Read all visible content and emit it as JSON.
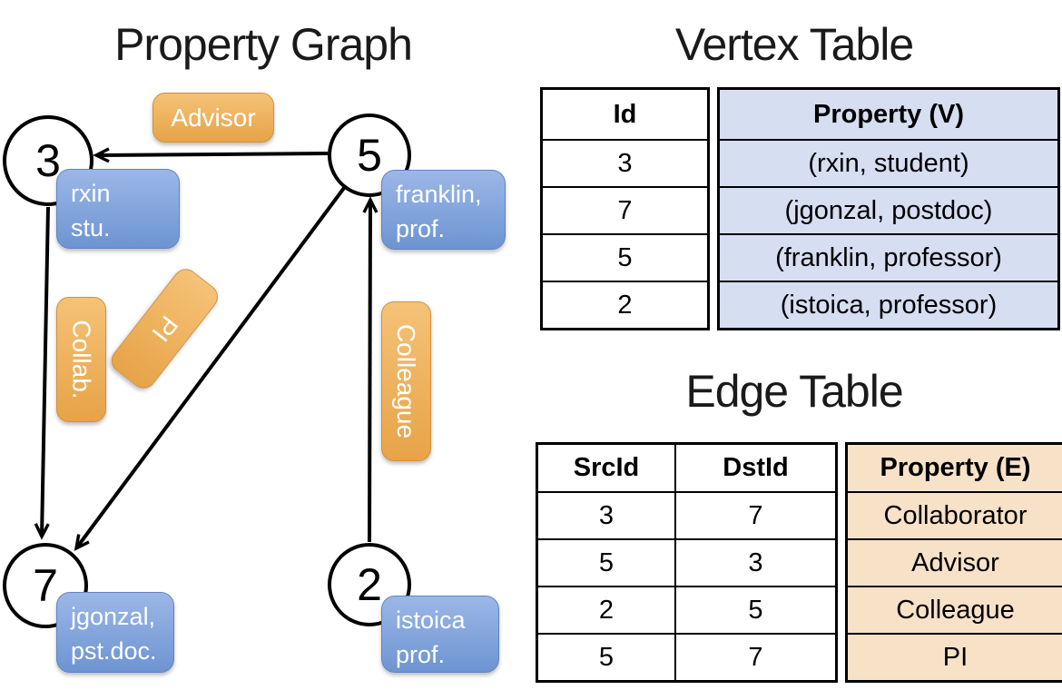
{
  "colors": {
    "node_blue_top": "#9cb7e7",
    "node_blue_bottom": "#6d94d2",
    "node_blue_border": "#5d85c6",
    "edge_orange_top": "#f5c277",
    "edge_orange_bottom": "#e7a348",
    "edge_orange_border": "#d28f3a",
    "vertex_property_fill": "#d6def2",
    "edge_property_fill": "#f7e2c8",
    "line_color": "#000000"
  },
  "graph": {
    "title": "Property Graph",
    "vertices": [
      {
        "id": "3",
        "label_lines": [
          "rxin",
          "stu."
        ]
      },
      {
        "id": "5",
        "label_lines": [
          "franklin,",
          "prof."
        ]
      },
      {
        "id": "7",
        "label_lines": [
          "jgonzal,",
          "pst.doc."
        ]
      },
      {
        "id": "2",
        "label_lines": [
          "istoica",
          "prof."
        ]
      }
    ],
    "edge_labels": [
      {
        "text": "Advisor"
      },
      {
        "text": "Collab."
      },
      {
        "text": "PI"
      },
      {
        "text": "Colleague"
      }
    ]
  },
  "vertex_table": {
    "title": "Vertex Table",
    "columns": {
      "id": "Id",
      "property": "Property (V)"
    },
    "rows": [
      {
        "id": "3",
        "property": "(rxin, student)"
      },
      {
        "id": "7",
        "property": "(jgonzal, postdoc)"
      },
      {
        "id": "5",
        "property": "(franklin, professor)"
      },
      {
        "id": "2",
        "property": "(istoica, professor)"
      }
    ]
  },
  "edge_table": {
    "title": "Edge Table",
    "columns": {
      "src": "SrcId",
      "dst": "DstId",
      "property": "Property (E)"
    },
    "rows": [
      {
        "src": "3",
        "dst": "7",
        "property": "Collaborator"
      },
      {
        "src": "5",
        "dst": "3",
        "property": "Advisor"
      },
      {
        "src": "2",
        "dst": "5",
        "property": "Colleague"
      },
      {
        "src": "5",
        "dst": "7",
        "property": "PI"
      }
    ]
  }
}
